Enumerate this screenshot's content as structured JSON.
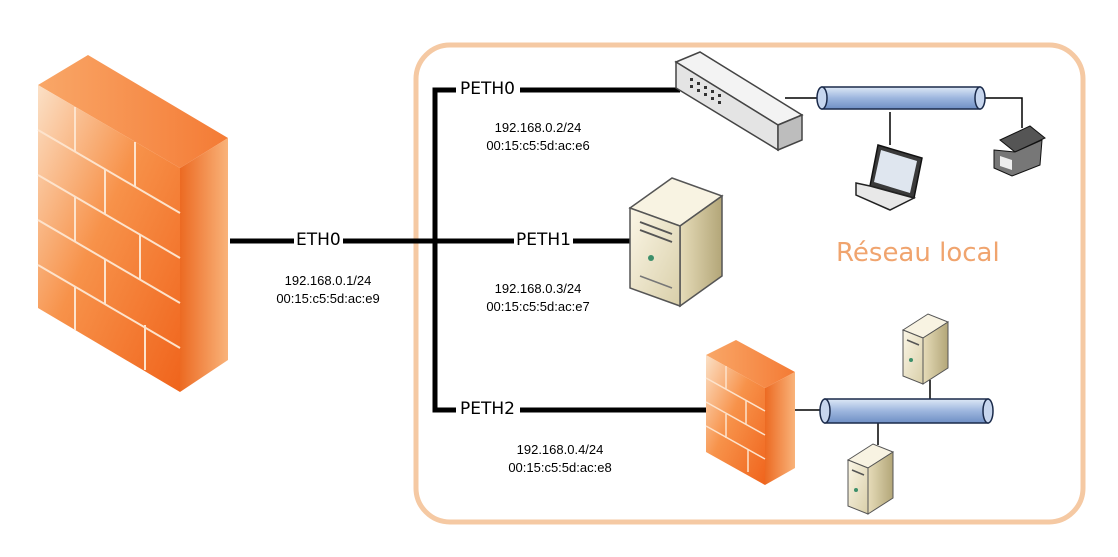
{
  "colors": {
    "lan_border": "#f5c9a3",
    "lan_label": "#f0a46e",
    "firewall_orange": "#f5732b",
    "cable": "#000000",
    "bus_blue": "#a9c1e4"
  },
  "icons": [
    "firewall-icon",
    "switch-icon",
    "bus-icon",
    "laptop-icon",
    "printer-icon",
    "server-icon"
  ],
  "firewall_main": {
    "interface": "ETH0",
    "ip": "192.168.0.1/24",
    "mac": "00:15:c5:5d:ac:e9"
  },
  "lan": {
    "label": "Réseau local"
  },
  "ports": [
    {
      "interface": "PETH0",
      "ip": "192.168.0.2/24",
      "mac": "00:15:c5:5d:ac:e6"
    },
    {
      "interface": "PETH1",
      "ip": "192.168.0.3/24",
      "mac": "00:15:c5:5d:ac:e7"
    },
    {
      "interface": "PETH2",
      "ip": "192.168.0.4/24",
      "mac": "00:15:c5:5d:ac:e8"
    }
  ]
}
